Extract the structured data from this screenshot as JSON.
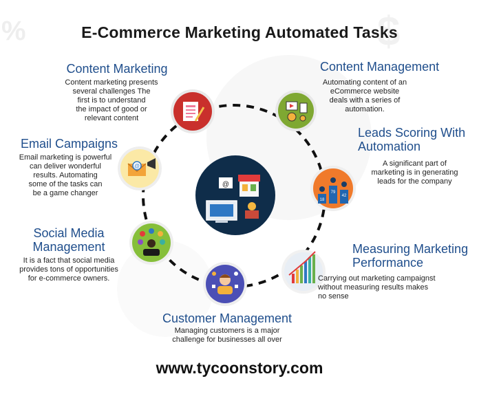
{
  "title": "E-Commerce Marketing Automated Tasks",
  "footer": "www.tycoonstory.com",
  "background_text": [
    "%",
    "$"
  ],
  "items": [
    {
      "key": "content-marketing",
      "heading": "Content Marketing",
      "lines": [
        "Content marketing presents",
        "several challenges The",
        "first is to understand",
        "the impact of good or",
        "relevant content"
      ],
      "icon": "document-edit-icon",
      "circle_color": "#c9302c"
    },
    {
      "key": "content-management",
      "heading": "Content Management",
      "lines": [
        "Automating content of an",
        "eCommerce website",
        "deals with a series of",
        "automation."
      ],
      "icon": "content-gears-icon",
      "circle_color": "#7fa832"
    },
    {
      "key": "leads-scoring",
      "heading": [
        "Leads Scoring With",
        "Automation"
      ],
      "lines": [
        "A significant part of",
        "marketing is in generating",
        "leads for the company"
      ],
      "icon": "leads-podium-icon",
      "circle_color": "#f07a2b",
      "labels": [
        "18",
        "79",
        "42"
      ]
    },
    {
      "key": "measuring-performance",
      "heading": [
        "Measuring Marketing",
        "Performance"
      ],
      "lines": [
        "Carrying out marketing campaignst",
        "without measuring results makes",
        "no sense"
      ],
      "icon": "bar-chart-icon",
      "circle_color": "#e8eef5"
    },
    {
      "key": "customer-management",
      "heading": "Customer Management",
      "lines": [
        "Managing customers is a major",
        "challenge for businesses all over"
      ],
      "icon": "customer-support-icon",
      "circle_color": "#4b4fb5"
    },
    {
      "key": "social-media",
      "heading": [
        "Social Media",
        "Management"
      ],
      "lines": [
        "It is a fact that social media",
        "provides tons of opportunities",
        "for e-commerce owners."
      ],
      "icon": "social-network-icon",
      "circle_color": "#86bf3a"
    },
    {
      "key": "email-campaigns",
      "heading": "Email Campaigns",
      "lines": [
        "Email marketing is powerful",
        "can deliver wonderful",
        "results. Automating",
        "some of the tasks can",
        "be a game changer"
      ],
      "icon": "email-megaphone-icon",
      "circle_color": "#fbe9a6"
    }
  ],
  "center": {
    "icon": "ecommerce-store-icon",
    "circle_color": "#0f2d4a"
  }
}
